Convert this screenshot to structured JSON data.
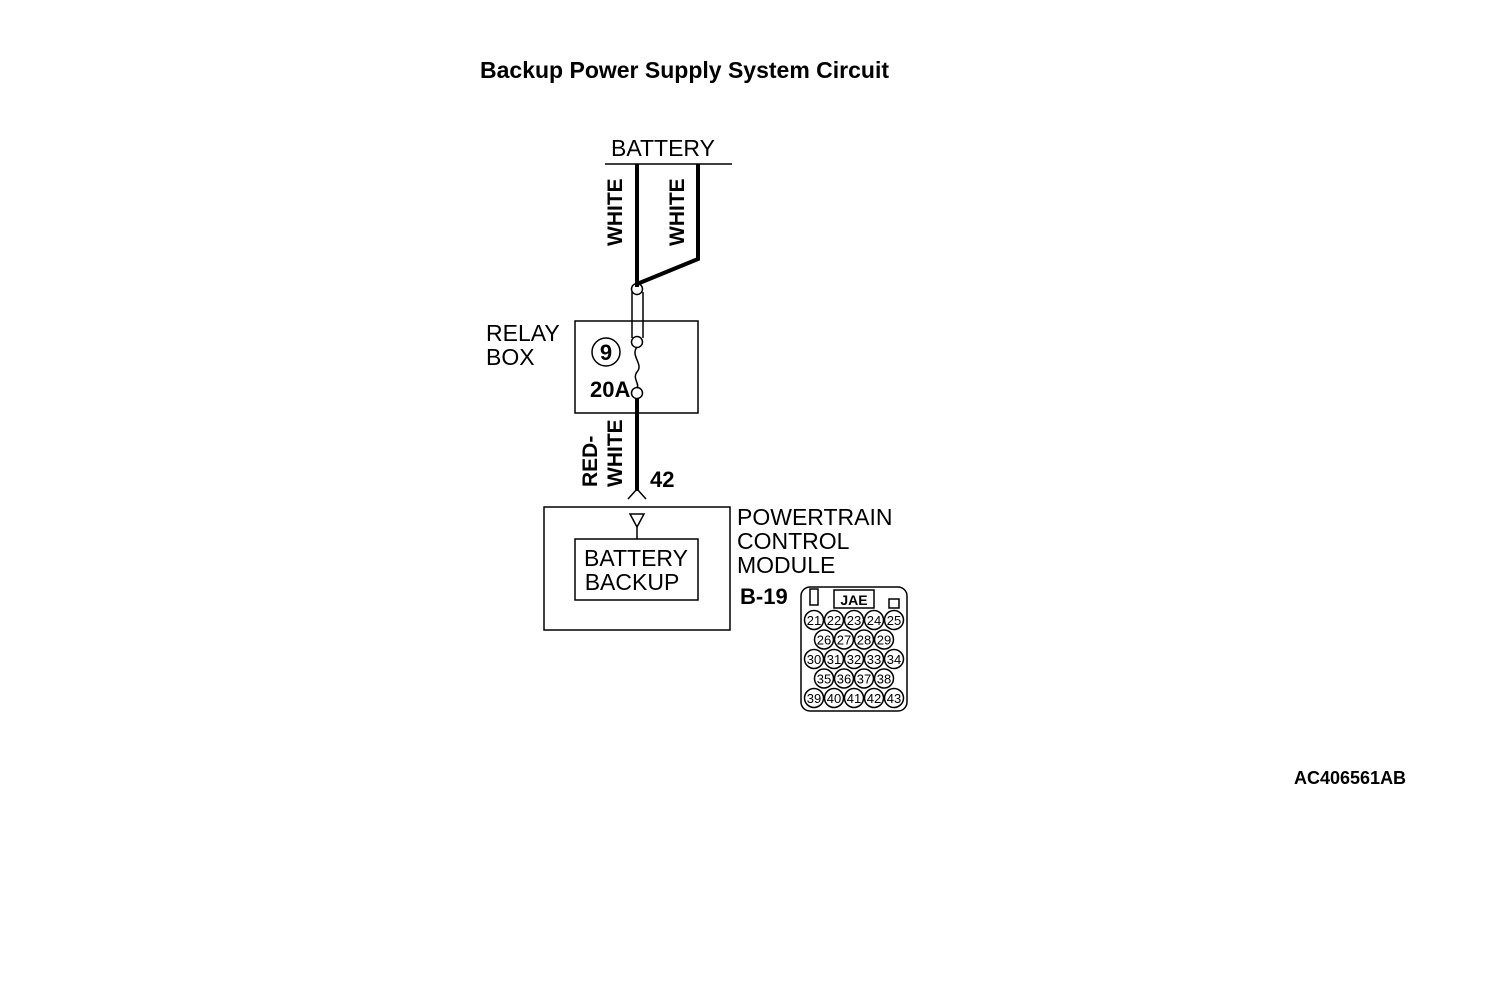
{
  "title": "Backup Power Supply System Circuit",
  "battery": {
    "label": "BATTERY"
  },
  "wires": {
    "left_color": "WHITE",
    "right_color": "WHITE",
    "lower_color_line1": "RED-",
    "lower_color_line2": "WHITE",
    "pin_number": "42"
  },
  "relay_box": {
    "label_line1": "RELAY",
    "label_line2": "BOX",
    "fuse_number": "9",
    "fuse_rating": "20A"
  },
  "pcm": {
    "label_line1": "POWERTRAIN",
    "label_line2": "CONTROL",
    "label_line3": "MODULE",
    "inner_line1": "BATTERY",
    "inner_line2": "BACKUP"
  },
  "connector": {
    "id": "B-19",
    "maker": "JAE",
    "rows": [
      [
        "21",
        "22",
        "23",
        "24",
        "25"
      ],
      [
        "26",
        "27",
        "28",
        "29"
      ],
      [
        "30",
        "31",
        "32",
        "33",
        "34"
      ],
      [
        "35",
        "36",
        "37",
        "38"
      ],
      [
        "39",
        "40",
        "41",
        "42",
        "43"
      ]
    ]
  },
  "figure_code": "AC406561AB"
}
